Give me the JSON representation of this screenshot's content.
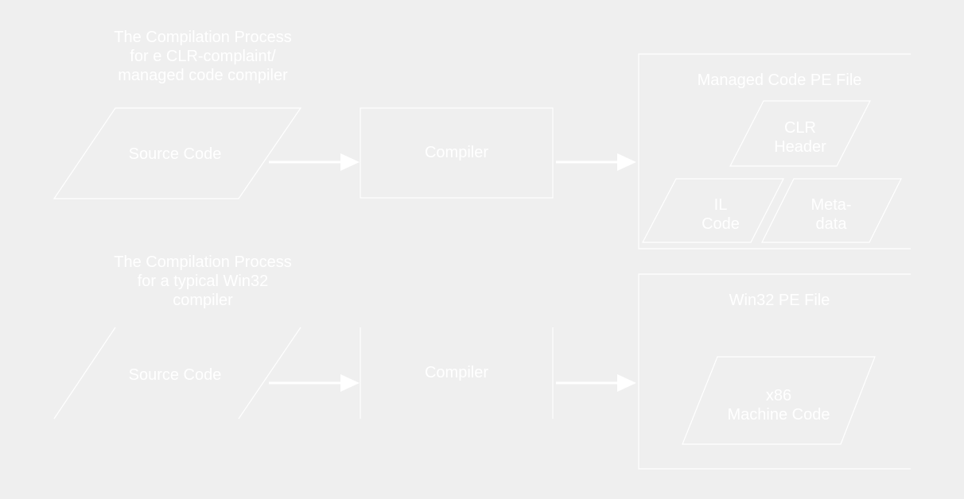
{
  "colors": {
    "background": "#efefef",
    "stroke": "#ffffff",
    "text": "#ffffff"
  },
  "managed": {
    "caption": "The Compilation Process\nfor e CLR-complaint/\nmanaged code compiler",
    "source": "Source Code",
    "compiler": "Compiler",
    "pe_file": {
      "title": "Managed Code PE File",
      "clr_header": "CLR\nHeader",
      "il_code": "IL\nCode",
      "metadata": "Meta-\ndata"
    }
  },
  "win32": {
    "caption": "The Compilation Process\nfor a typical Win32\ncompiler",
    "source": "Source Code",
    "compiler": "Compiler",
    "pe_file": {
      "title": "Win32 PE File",
      "machine_code": "x86\nMachine Code"
    }
  }
}
